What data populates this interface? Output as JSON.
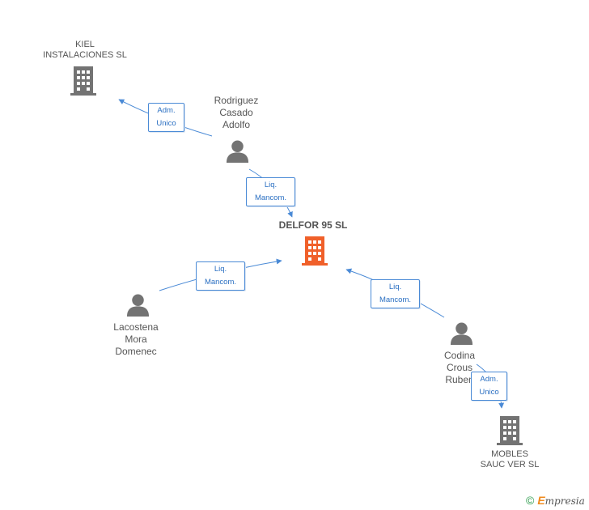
{
  "nodes": {
    "kiel": {
      "lines": [
        "KIEL",
        "INSTALACIONES SL"
      ],
      "type": "company"
    },
    "delfor": {
      "lines": [
        "DELFOR 95 SL"
      ],
      "type": "company-main"
    },
    "mobles": {
      "lines": [
        "MOBLES",
        "SAUC VER SL"
      ],
      "type": "company"
    },
    "rodriguez": {
      "lines": [
        "Rodriguez",
        "Casado",
        "Adolfo"
      ],
      "type": "person"
    },
    "lacostena": {
      "lines": [
        "Lacostena",
        "Mora",
        "Domenec"
      ],
      "type": "person"
    },
    "codina": {
      "lines": [
        "Codina",
        "Crous",
        "Ruben"
      ],
      "type": "person"
    }
  },
  "edges": {
    "rodriguez_kiel": {
      "lines": [
        "Adm.",
        "Unico"
      ]
    },
    "rodriguez_delfor": {
      "lines": [
        "Liq.",
        "Mancom."
      ]
    },
    "lacostena_delfor": {
      "lines": [
        "Liq.",
        "Mancom."
      ]
    },
    "codina_delfor": {
      "lines": [
        "Liq.",
        "Mancom."
      ]
    },
    "codina_mobles": {
      "lines": [
        "Adm.",
        "Unico"
      ]
    }
  },
  "colors": {
    "company": "#737373",
    "company_main": "#f0602a",
    "person": "#737373",
    "edge": "#4a8ad6"
  },
  "footer": {
    "copyright": "©",
    "brand_initial": "E",
    "brand_rest": "mpresia"
  }
}
